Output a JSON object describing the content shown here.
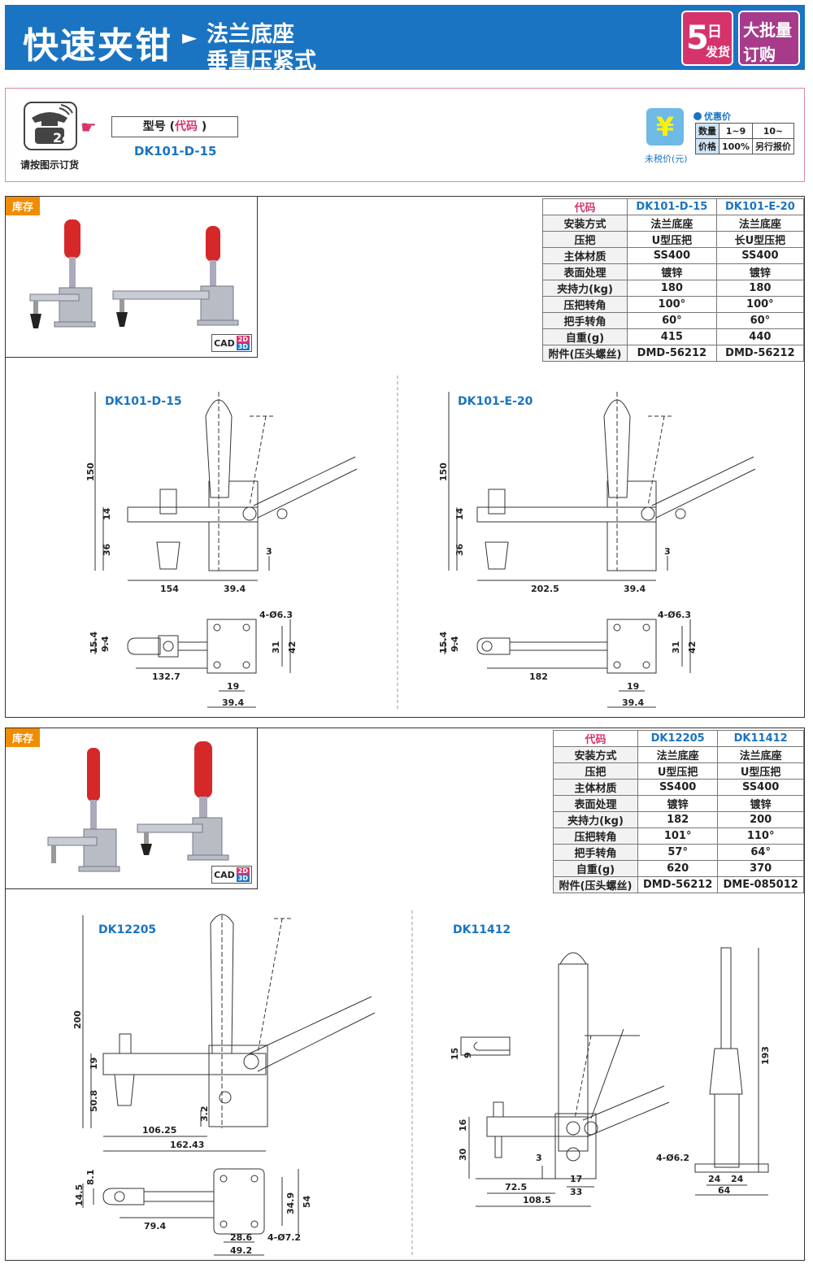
{
  "header": {
    "title": "快速夹钳",
    "arrow": "►",
    "subtitle_line1": "法兰底座",
    "subtitle_line2": "垂直压紧式",
    "badge_ship": {
      "big": "5",
      "small1": "日",
      "small2": "发货"
    },
    "badge_bulk": {
      "line1": "大批量",
      "line2": "订购"
    }
  },
  "order": {
    "phone_digits": "24",
    "caption": "请按图示订货",
    "model_label_prefix": "型号 (",
    "model_label_mid": "代码",
    "model_label_suffix": " )",
    "model_value": "DK101-D-15",
    "yen_symbol": "¥",
    "yen_caption": "未税价(元)",
    "price_title": "优惠价",
    "price_rows": [
      [
        "数量",
        "1~9",
        "10~"
      ],
      [
        "价格",
        "100%",
        "另行报价"
      ]
    ]
  },
  "colors": {
    "brand_blue": "#1a74c2",
    "accent_magenta": "#d6336c",
    "stock_orange": "#f08c00"
  },
  "sections": [
    {
      "stock_label": "库存",
      "cad": {
        "label": "CAD",
        "d2": "2D",
        "d3": "3D"
      },
      "table": {
        "headers": [
          "代码",
          "DK101-D-15",
          "DK101-E-20"
        ],
        "rows": [
          [
            "安装方式",
            "法兰底座",
            "法兰底座"
          ],
          [
            "压把",
            "U型压把",
            "长U型压把"
          ],
          [
            "主体材质",
            "SS400",
            "SS400"
          ],
          [
            "表面处理",
            "镀锌",
            "镀锌"
          ],
          [
            "夹持力(kg)",
            "180",
            "180"
          ],
          [
            "压把转角",
            "100°",
            "100°"
          ],
          [
            "把手转角",
            "60°",
            "60°"
          ],
          [
            "自重(g)",
            "415",
            "440"
          ],
          [
            "附件(压头螺丝)",
            "DMD-56212",
            "DMD-56212"
          ]
        ]
      },
      "drawings": [
        {
          "name": "DK101-D-15",
          "dims": {
            "h": "150",
            "a": "14",
            "b": "36",
            "c": "3",
            "len": "154",
            "base": "39.4",
            "w1": "15.4",
            "w2": "9.4",
            "plen": "132.7",
            "hole": "4-Ø6.3",
            "p31": "31",
            "p42": "42",
            "p19": "19",
            "p394": "39.4"
          }
        },
        {
          "name": "DK101-E-20",
          "dims": {
            "h": "150",
            "a": "14",
            "b": "36",
            "c": "3",
            "len": "202.5",
            "base": "39.4",
            "w1": "15.4",
            "w2": "9.4",
            "plen": "182",
            "hole": "4-Ø6.3",
            "p31": "31",
            "p42": "42",
            "p19": "19",
            "p394": "39.4"
          }
        }
      ]
    },
    {
      "stock_label": "库存",
      "cad": {
        "label": "CAD",
        "d2": "2D",
        "d3": "3D"
      },
      "table": {
        "headers": [
          "代码",
          "DK12205",
          "DK11412"
        ],
        "rows": [
          [
            "安装方式",
            "法兰底座",
            "法兰底座"
          ],
          [
            "压把",
            "U型压把",
            "U型压把"
          ],
          [
            "主体材质",
            "SS400",
            "SS400"
          ],
          [
            "表面处理",
            "镀锌",
            "镀锌"
          ],
          [
            "夹持力(kg)",
            "182",
            "200"
          ],
          [
            "压把转角",
            "101°",
            "110°"
          ],
          [
            "把手转角",
            "57°",
            "64°"
          ],
          [
            "自重(g)",
            "620",
            "370"
          ],
          [
            "附件(压头螺丝)",
            "DMD-56212",
            "DME-085012"
          ]
        ]
      },
      "drawings": [
        {
          "name": "DK12205",
          "dims": {
            "h": "200",
            "a": "19",
            "b": "50.8",
            "c": "3.2",
            "len1": "106.25",
            "len2": "162.43",
            "w1": "14.5",
            "w2": "8.1",
            "plen": "79.4",
            "p349": "34.9",
            "p54": "54",
            "p286": "28.6",
            "p492": "49.2",
            "hole": "4-Ø7.2"
          }
        },
        {
          "name": "DK11412",
          "dims": {
            "u15": "15",
            "u9": "9",
            "a": "16",
            "b": "30",
            "c": "3",
            "d17": "17",
            "d33": "33",
            "len1": "72.5",
            "len2": "108.5",
            "h193": "193",
            "hole": "4-Ø6.2",
            "s24a": "24",
            "s24b": "24",
            "s64": "64"
          }
        }
      ]
    }
  ]
}
